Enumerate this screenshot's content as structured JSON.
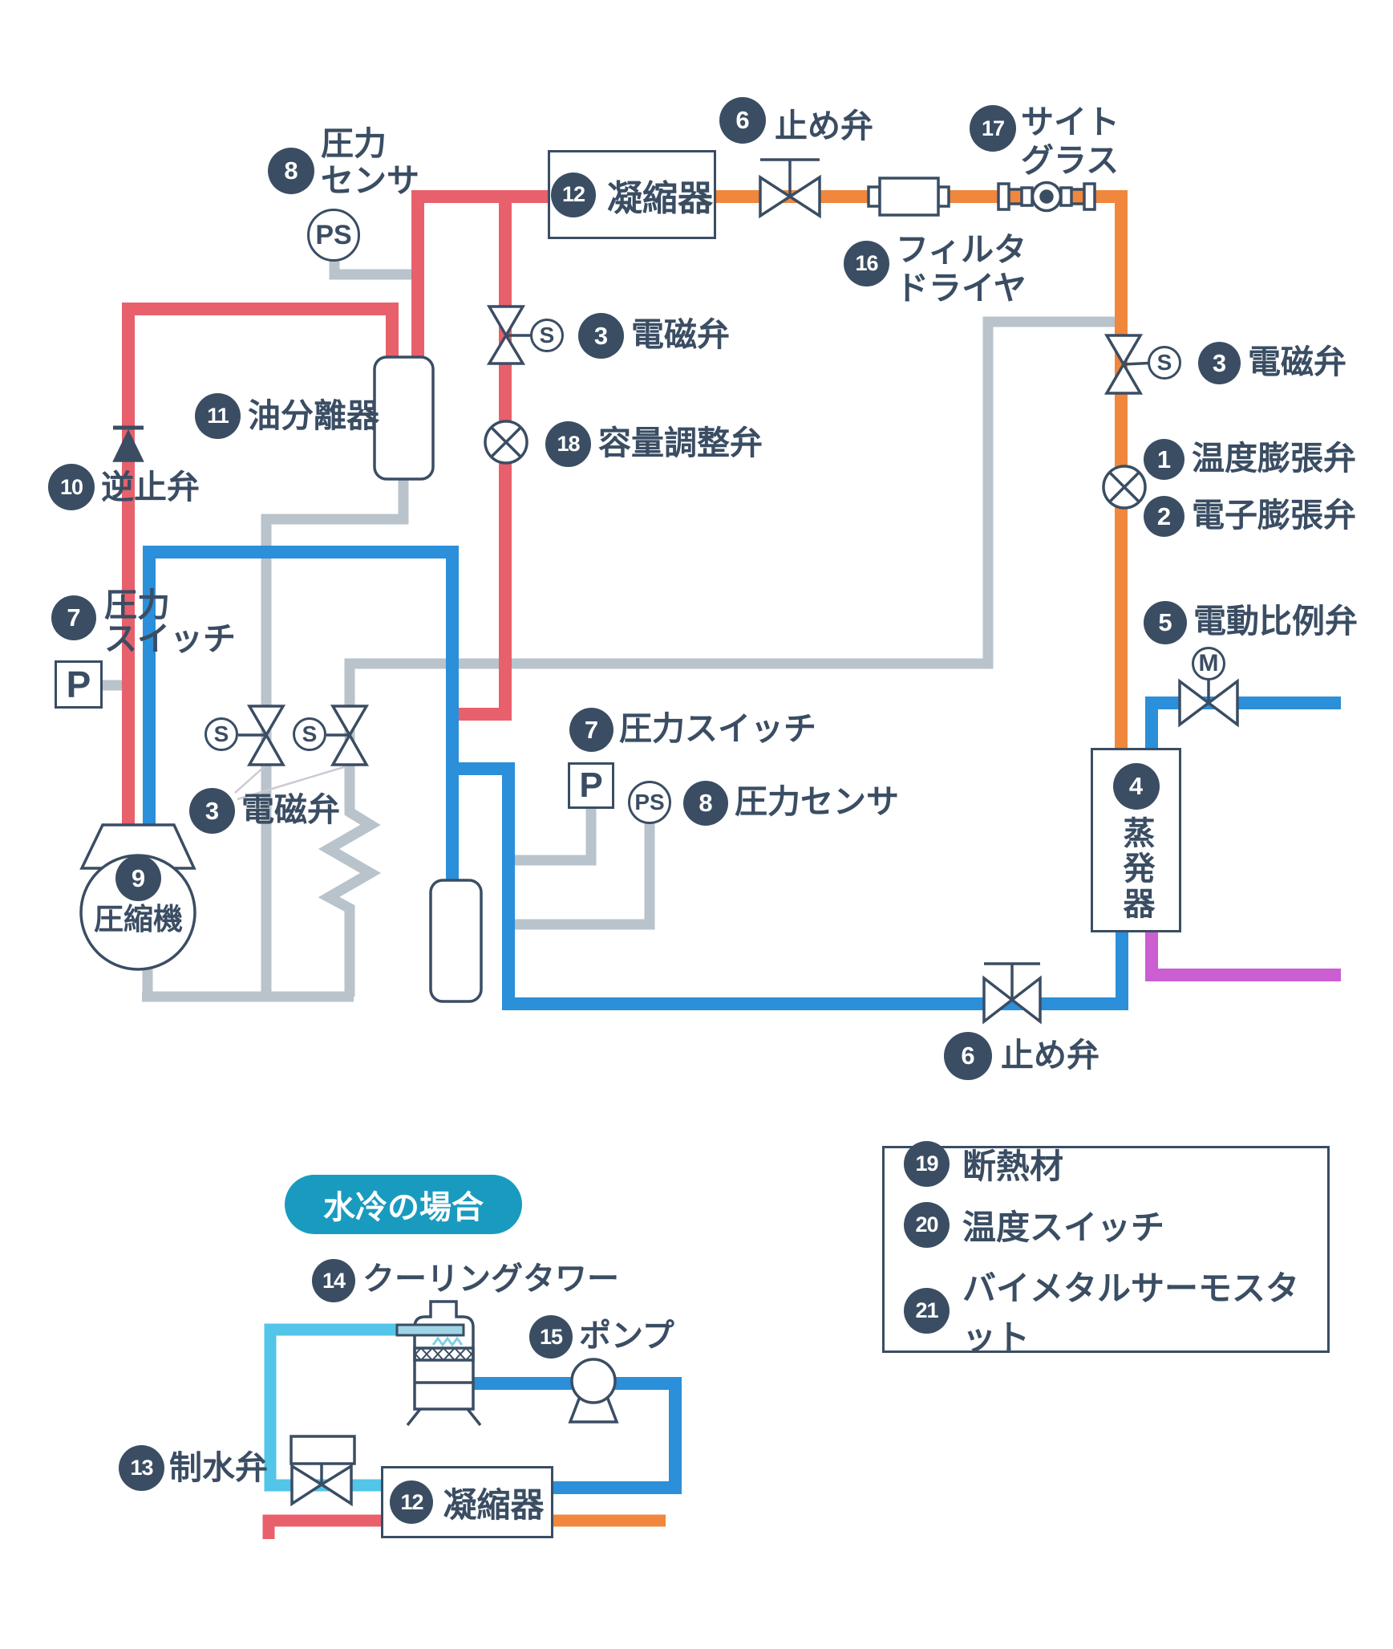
{
  "labels": {
    "thermo_expansion_valve": "温度膨張弁",
    "electronic_expansion_valve": "電子膨張弁",
    "solenoid_valve": "電磁弁",
    "evaporator": "蒸発器",
    "motor_proportional_valve": "電動比例弁",
    "stop_valve": "止め弁",
    "pressure_switch": "圧力スイッチ",
    "pressure_switch_l1": "圧力",
    "pressure_switch_l2": "スイッチ",
    "pressure_sensor": "圧力センサ",
    "pressure_sensor_l1": "圧力",
    "pressure_sensor_l2": "センサ",
    "compressor": "圧縮機",
    "check_valve": "逆止弁",
    "oil_separator": "油分離器",
    "condenser": "凝縮器",
    "water_control_valve": "制水弁",
    "cooling_tower": "クーリングタワー",
    "pump": "ポンプ",
    "filter_dryer_l1": "フィルタ",
    "filter_dryer_l2": "ドライヤ",
    "sight_glass_l1": "サイト",
    "sight_glass_l2": "グラス",
    "capacity_control_valve": "容量調整弁",
    "insulation": "断熱材",
    "temperature_switch": "温度スイッチ",
    "bimetal_thermostat": "バイメタルサーモスタット",
    "water_cooled_case": "水冷の場合"
  },
  "badges": {
    "thermo_expansion_valve": "1",
    "electronic_expansion_valve": "2",
    "solenoid_valve": "3",
    "evaporator": "4",
    "motor_proportional_valve": "5",
    "stop_valve": "6",
    "pressure_switch": "7",
    "pressure_sensor": "8",
    "compressor": "9",
    "check_valve": "10",
    "oil_separator": "11",
    "condenser": "12",
    "water_control_valve": "13",
    "cooling_tower": "14",
    "pump": "15",
    "filter_dryer": "16",
    "sight_glass": "17",
    "capacity_control_valve": "18",
    "insulation": "19",
    "temperature_switch": "20",
    "bimetal_thermostat": "21"
  },
  "symbols": {
    "pressure_switch": "P",
    "pressure_sensor": "PS",
    "solenoid": "S",
    "motor": "M"
  },
  "colors": {
    "navy": "#3a4d63",
    "red": "#e8606b",
    "orange": "#f0873c",
    "blue": "#2b8fd9",
    "cyan": "#52c5e8",
    "magenta": "#cb5fd1",
    "control_gray": "#b8c3cb",
    "teal_pill": "#199bc0",
    "panel_bg": "#e5f2f9"
  }
}
